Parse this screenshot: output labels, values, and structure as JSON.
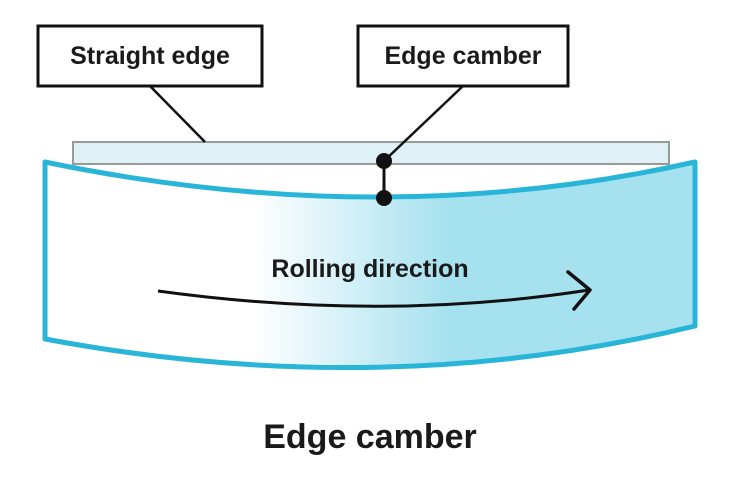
{
  "callouts": {
    "straight_edge": "Straight edge",
    "edge_camber": "Edge camber"
  },
  "strip": {
    "direction_label": "Rolling direction"
  },
  "caption": "Edge camber",
  "colors": {
    "strip_outline": "#29b5d8",
    "strip_fill_light": "#ffffff",
    "strip_fill_dark": "#a6e1ef",
    "straight_edge_fill": "#dff1f7",
    "straight_edge_stroke": "#999999",
    "lines": "#111111"
  }
}
